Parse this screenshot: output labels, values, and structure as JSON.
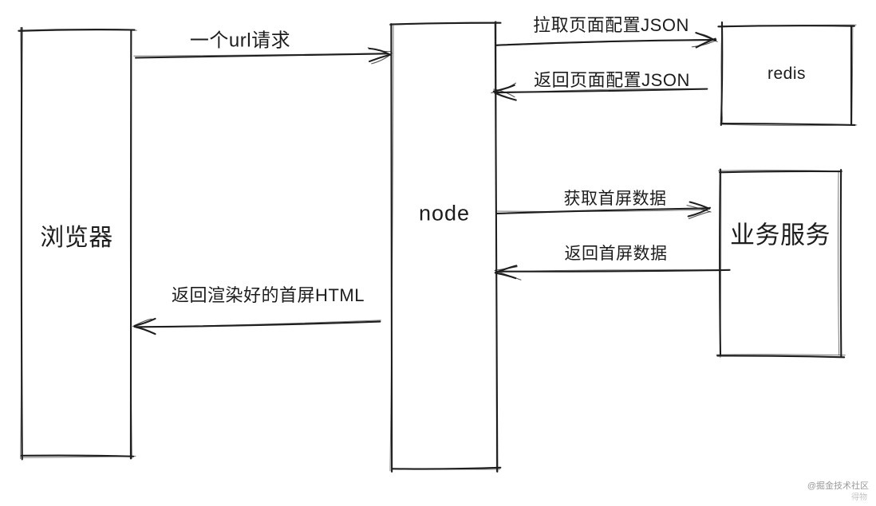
{
  "diagram": {
    "nodes": {
      "browser": {
        "label": "浏览器"
      },
      "node": {
        "label": "node"
      },
      "redis": {
        "label": "redis"
      },
      "service": {
        "label": "业务服务"
      }
    },
    "edges": [
      {
        "id": "url-request",
        "from": "browser",
        "to": "node",
        "label": "一个url请求"
      },
      {
        "id": "pull-page-config-json",
        "from": "node",
        "to": "redis",
        "label": "拉取页面配置JSON"
      },
      {
        "id": "return-page-config-json",
        "from": "redis",
        "to": "node",
        "label": "返回页面配置JSON"
      },
      {
        "id": "get-first-screen-data",
        "from": "node",
        "to": "service",
        "label": "获取首屏数据"
      },
      {
        "id": "return-first-screen-data",
        "from": "service",
        "to": "node",
        "label": "返回首屏数据"
      },
      {
        "id": "return-rendered-html",
        "from": "node",
        "to": "browser",
        "label": "返回渲染好的首屏HTML"
      }
    ]
  },
  "watermark": {
    "community": "@掘金技术社区",
    "brand": "得物"
  },
  "colors": {
    "stroke": "#1e1e1e",
    "background": "#ffffff",
    "watermark": "#9a9a9a",
    "watermark_light": "#c4c4c4"
  }
}
